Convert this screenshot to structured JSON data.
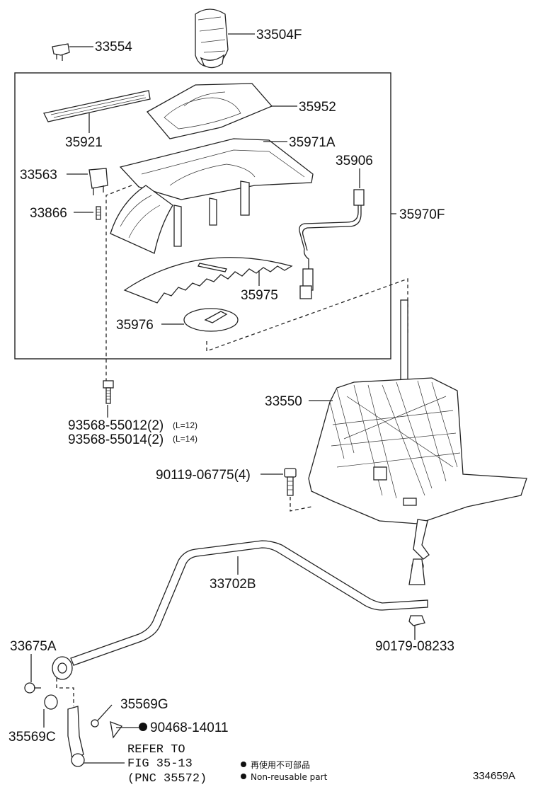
{
  "parts": {
    "p33504F": "33504F",
    "p33554": "33554",
    "p35952": "35952",
    "p35921": "35921",
    "p35971A": "35971A",
    "p35906": "35906",
    "p33563": "33563",
    "p35970F": "35970F",
    "p33866": "33866",
    "p35975": "35975",
    "p35976": "35976",
    "p33550": "33550",
    "p90119": "90119-06775(4)",
    "p33702B": "33702B",
    "p90179": "90179-08233",
    "p33675A": "33675A",
    "p35569G": "35569G",
    "p90468": "90468-14011",
    "p35569C": "35569C"
  },
  "bolt": {
    "line1": "93568-55012(2)",
    "line1_note": "(L=12)",
    "line2": "93568-55014(2)",
    "line2_note": "(L=14)"
  },
  "refer": {
    "line1": "REFER TO",
    "line2": "FIG 35-13",
    "line3": "(PNC 35572)"
  },
  "legend": {
    "jp": "再使用不可部品",
    "en": "Non-reusable part"
  },
  "figure_id": "334659A"
}
